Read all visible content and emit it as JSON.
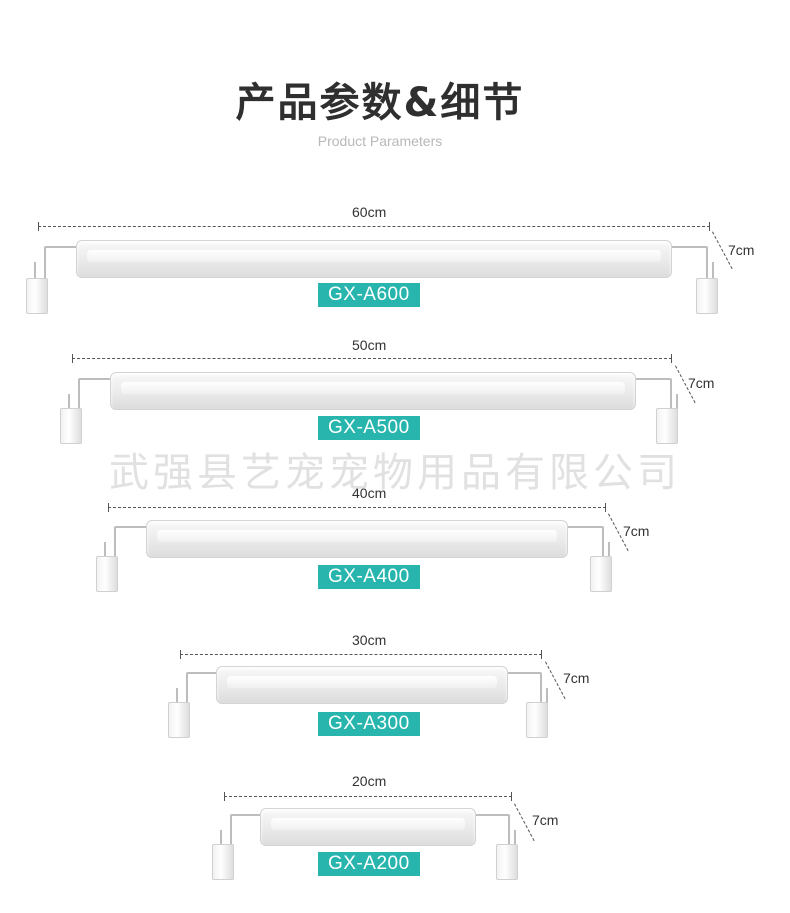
{
  "header": {
    "title": "产品参数&细节",
    "subtitle": "Product Parameters"
  },
  "watermark": "武强县艺宠宠物用品有限公司",
  "products": [
    {
      "model": "GX-A600",
      "length": "60cm",
      "height": "7cm"
    },
    {
      "model": "GX-A500",
      "length": "50cm",
      "height": "7cm"
    },
    {
      "model": "GX-A400",
      "length": "40cm",
      "height": "7cm"
    },
    {
      "model": "GX-A300",
      "length": "30cm",
      "height": "7cm"
    },
    {
      "model": "GX-A200",
      "length": "20cm",
      "height": "7cm"
    }
  ]
}
